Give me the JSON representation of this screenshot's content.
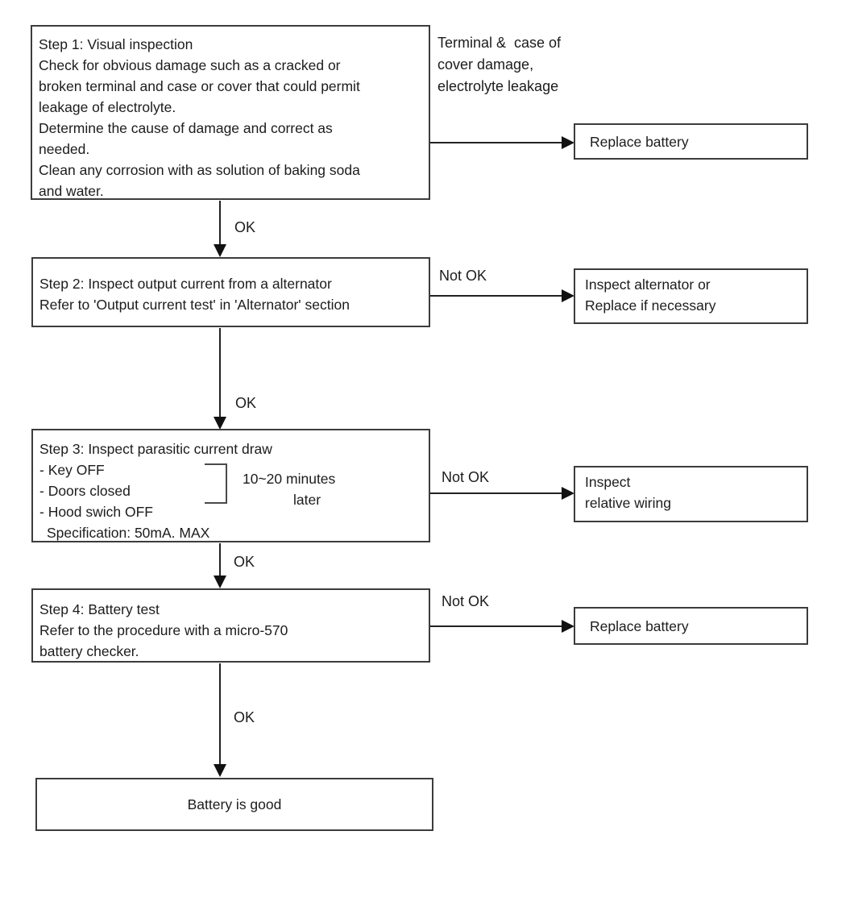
{
  "ui_colors": {
    "background": "#ffffff",
    "box_border": "#3c3c3c",
    "line": "#222222",
    "text": "#1c1c1c"
  },
  "steps": {
    "step1": {
      "lines": [
        "Step 1: Visual inspection",
        "Check for obvious damage such as a cracked or",
        "broken terminal and case or cover that could permit",
        "leakage of electrolyte.",
        "Determine the cause of damage and correct as",
        "needed.",
        "Clean any corrosion with as solution of baking soda",
        "and water."
      ]
    },
    "step2": {
      "lines": [
        "Step 2: Inspect output current from a alternator",
        "Refer to 'Output current test' in 'Alternator' section"
      ]
    },
    "step3": {
      "lines": [
        "Step 3: Inspect parasitic current draw",
        "- Key OFF",
        "- Doors closed",
        "- Hood swich OFF",
        "Specification: 50mA. MAX"
      ],
      "timing_note_line1": "10~20 minutes",
      "timing_note_line2": "later"
    },
    "step4": {
      "lines": [
        "Step 4: Battery test",
        "Refer to the procedure with a micro-570",
        "battery checker."
      ]
    },
    "result": {
      "label": "Battery is good"
    }
  },
  "annotations": {
    "damage_note": {
      "lines": [
        "Terminal &  case of",
        "cover damage,",
        "electrolyte leakage"
      ]
    }
  },
  "outcomes": {
    "replace_battery_top": {
      "label": "Replace battery"
    },
    "inspect_alternator": {
      "lines": [
        "Inspect alternator or",
        "Replace if necessary"
      ]
    },
    "inspect_wiring": {
      "lines": [
        "Inspect",
        "relative wiring"
      ]
    },
    "replace_battery_bottom": {
      "label": "Replace battery"
    }
  },
  "edge_labels": {
    "ok_step1_step2": "OK",
    "ok_step2_step3": "OK",
    "ok_step3_step4": "OK",
    "ok_step4_result": "OK",
    "not_ok_step2": "Not OK",
    "not_ok_step3": "Not OK",
    "not_ok_step4": "Not OK"
  }
}
